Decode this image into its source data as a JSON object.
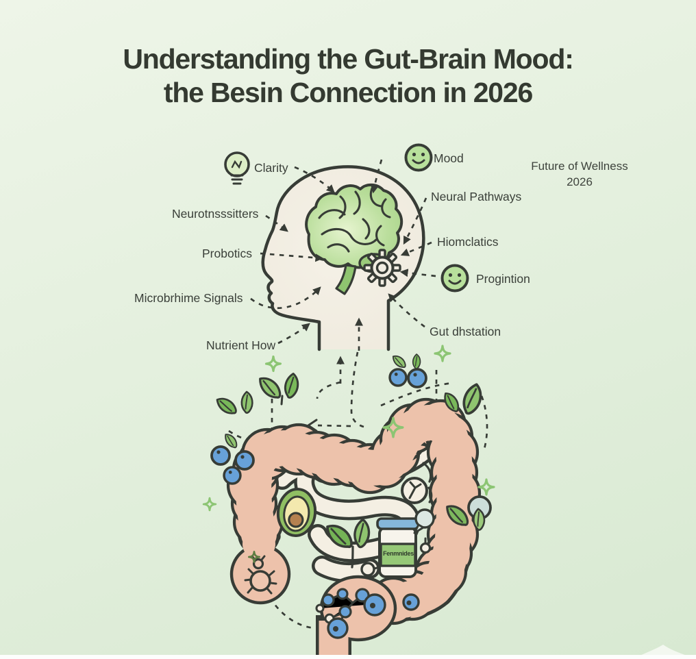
{
  "title": {
    "line1": "Understanding the Gut-Brain Mood:",
    "line2": "the Besin Connection in 2026"
  },
  "corner_note": {
    "line1": "Future of Wellness",
    "line2": "2026"
  },
  "labels": {
    "clarity": "Clarity",
    "mood": "Mood",
    "neurotransmitters": "Neurotnsssitters",
    "neural_pathways": "Neural Pathways",
    "probiotics": "Probotics",
    "biomclatics": "Hiomclatics",
    "progintion": "Progintion",
    "microbiome_signals": "Microbrhime Signals",
    "gut_dhstation": "Gut dhstation",
    "nutrient_flow": "Nutrient How"
  },
  "jar": {
    "label": "Fenmnides"
  },
  "icons": {
    "clarity": "lightbulb-icon",
    "mood": "smiley-face-icon",
    "progintion": "smiley-face-icon",
    "head": "human-head-profile",
    "brain": "brain-icon",
    "gear": "gear-icon",
    "colon": "large-intestine-illustration",
    "small_intestine": "small-intestine-illustration",
    "bacteria": "bacteria-icon",
    "avocado": "avocado-icon",
    "jar": "fermented-jar-icon",
    "blueberries": "blueberries-icon",
    "leaves": "leaf-icon",
    "sparkles": "sparkle-icon",
    "speech_bubble": "speech-bubble-icon",
    "molecules": "molecule-network-icon"
  },
  "colors": {
    "background_top": "#eef5e8",
    "background_bottom": "#d8e9d2",
    "outline": "#373c36",
    "text": "#3a3f39",
    "head_fill": "#f2eee3",
    "brain_green": "#a9d48b",
    "colon_salmon": "#edc2ab",
    "intestine_cream": "#f4efe3",
    "leaf_green": "#8fc46f",
    "berry_blue": "#67a1d8",
    "jar_lid_blue": "#85b7da",
    "jar_label_green": "#96c877",
    "sparkle_green": "#8cc573"
  }
}
